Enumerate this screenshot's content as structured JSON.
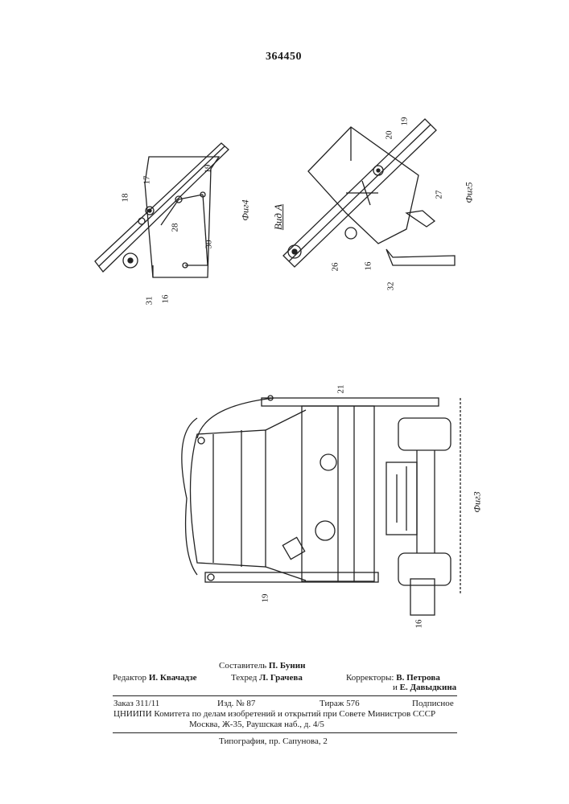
{
  "patent_number": "364450",
  "figures": {
    "fig3": {
      "caption": "Фиг3",
      "labels": [
        "21",
        "19",
        "16"
      ]
    },
    "fig4": {
      "caption": "Фиг4",
      "labels": [
        "18",
        "17",
        "19",
        "28",
        "30",
        "31",
        "16"
      ]
    },
    "fig5": {
      "caption": "Фиг5",
      "labels": [
        "20",
        "19",
        "27",
        "26",
        "16",
        "32"
      ]
    },
    "view_a": {
      "caption": "Вид А"
    }
  },
  "credits": {
    "compiler": {
      "label": "Составитель",
      "name": "П. Бунин"
    },
    "editor": {
      "label": "Редактор",
      "name": "И. Квачадзе"
    },
    "techred": {
      "label": "Техред",
      "name": "Л. Грачева"
    },
    "correctors": {
      "label": "Корректоры:",
      "name1": "В. Петрова",
      "and": "и",
      "name2": "Е. Давыдкина"
    }
  },
  "imprint": {
    "order": "Заказ 311/11",
    "edition": "Изд. № 87",
    "circulation": "Тираж 576",
    "subscription": "Подписное",
    "org": "ЦНИИПИ Комитета по делам изобретений и открытий при Совете Министров СССР",
    "address": "Москва, Ж-35, Раушская наб., д. 4/5"
  },
  "printing": "Типография, пр. Сапунова, 2"
}
